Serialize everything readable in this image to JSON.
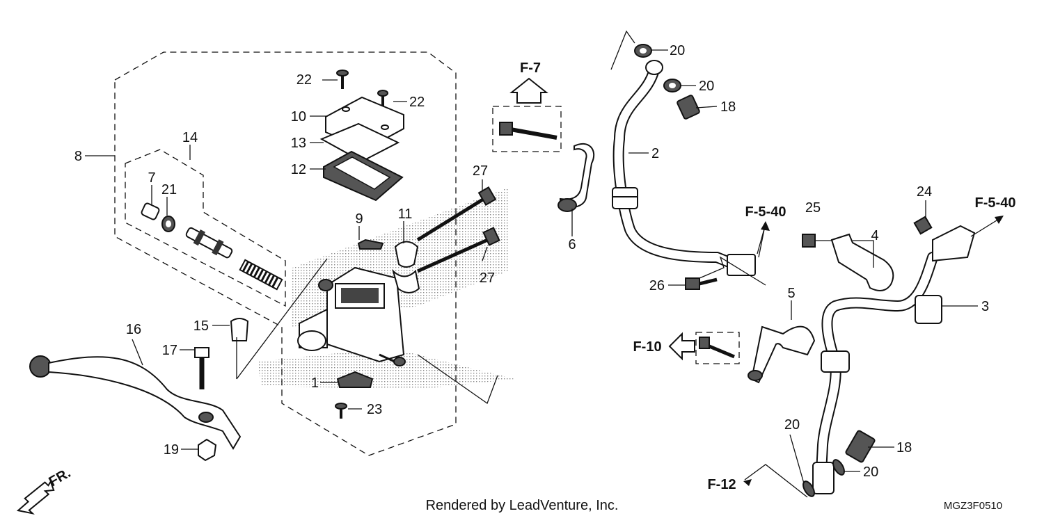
{
  "diagram": {
    "callouts": {
      "c1": "1",
      "c2": "2",
      "c3": "3",
      "c4": "4",
      "c5": "5",
      "c6": "6",
      "c7": "7",
      "c8": "8",
      "c9": "9",
      "c10": "10",
      "c11": "11",
      "c12": "12",
      "c13": "13",
      "c14": "14",
      "c15": "15",
      "c16": "16",
      "c17": "17",
      "c18a": "18",
      "c18b": "18",
      "c19": "19",
      "c20a": "20",
      "c20b": "20",
      "c20c": "20",
      "c20d": "20",
      "c21": "21",
      "c22a": "22",
      "c22b": "22",
      "c23": "23",
      "c24": "24",
      "c25": "25",
      "c26": "26",
      "c27a": "27",
      "c27b": "27"
    },
    "refs": {
      "f7": "F-7",
      "f540a": "F-5-40",
      "f540b": "F-5-40",
      "f10": "F-10",
      "f12": "F-12"
    },
    "front_marker": "FR.",
    "footer": "Rendered by LeadVenture, Inc.",
    "diagram_code": "MGZ3F0510"
  }
}
